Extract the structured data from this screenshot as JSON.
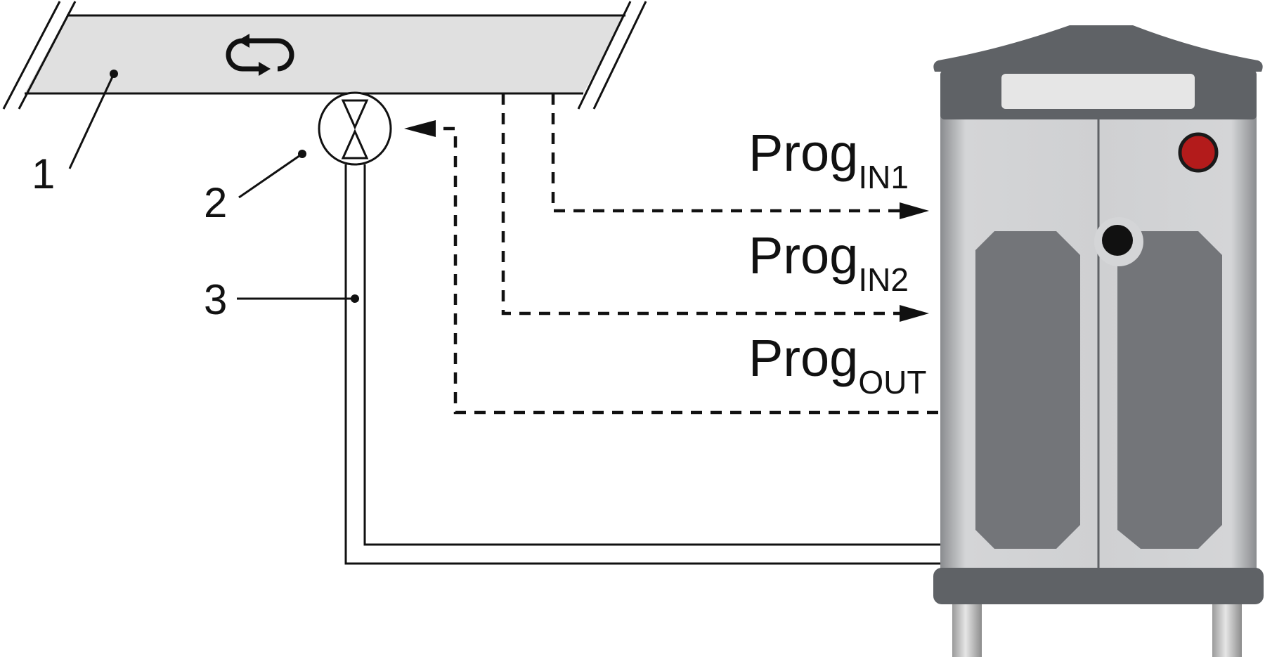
{
  "callouts": {
    "item_1": "1",
    "item_2": "2",
    "item_3": "3"
  },
  "signals": {
    "in1": {
      "main": "Prog",
      "sub": "IN1"
    },
    "in2": {
      "main": "Prog",
      "sub": "IN2"
    },
    "out": {
      "main": "Prog",
      "sub": "OUT"
    }
  },
  "icons": {
    "conveyor": "circulation-arrows-icon",
    "valve": "valve-icon",
    "indicator": "red-indicator-light-icon",
    "lock": "lock-icon"
  },
  "colors": {
    "line": "#111111",
    "conveyor_fill": "#e0e0e0",
    "cabinet_top": "#5f6266",
    "cabinet_body": "#c8c9cb",
    "cabinet_panel": "#737579",
    "indicator_red": "#b31b1b",
    "legs": "#bfbfbf"
  }
}
